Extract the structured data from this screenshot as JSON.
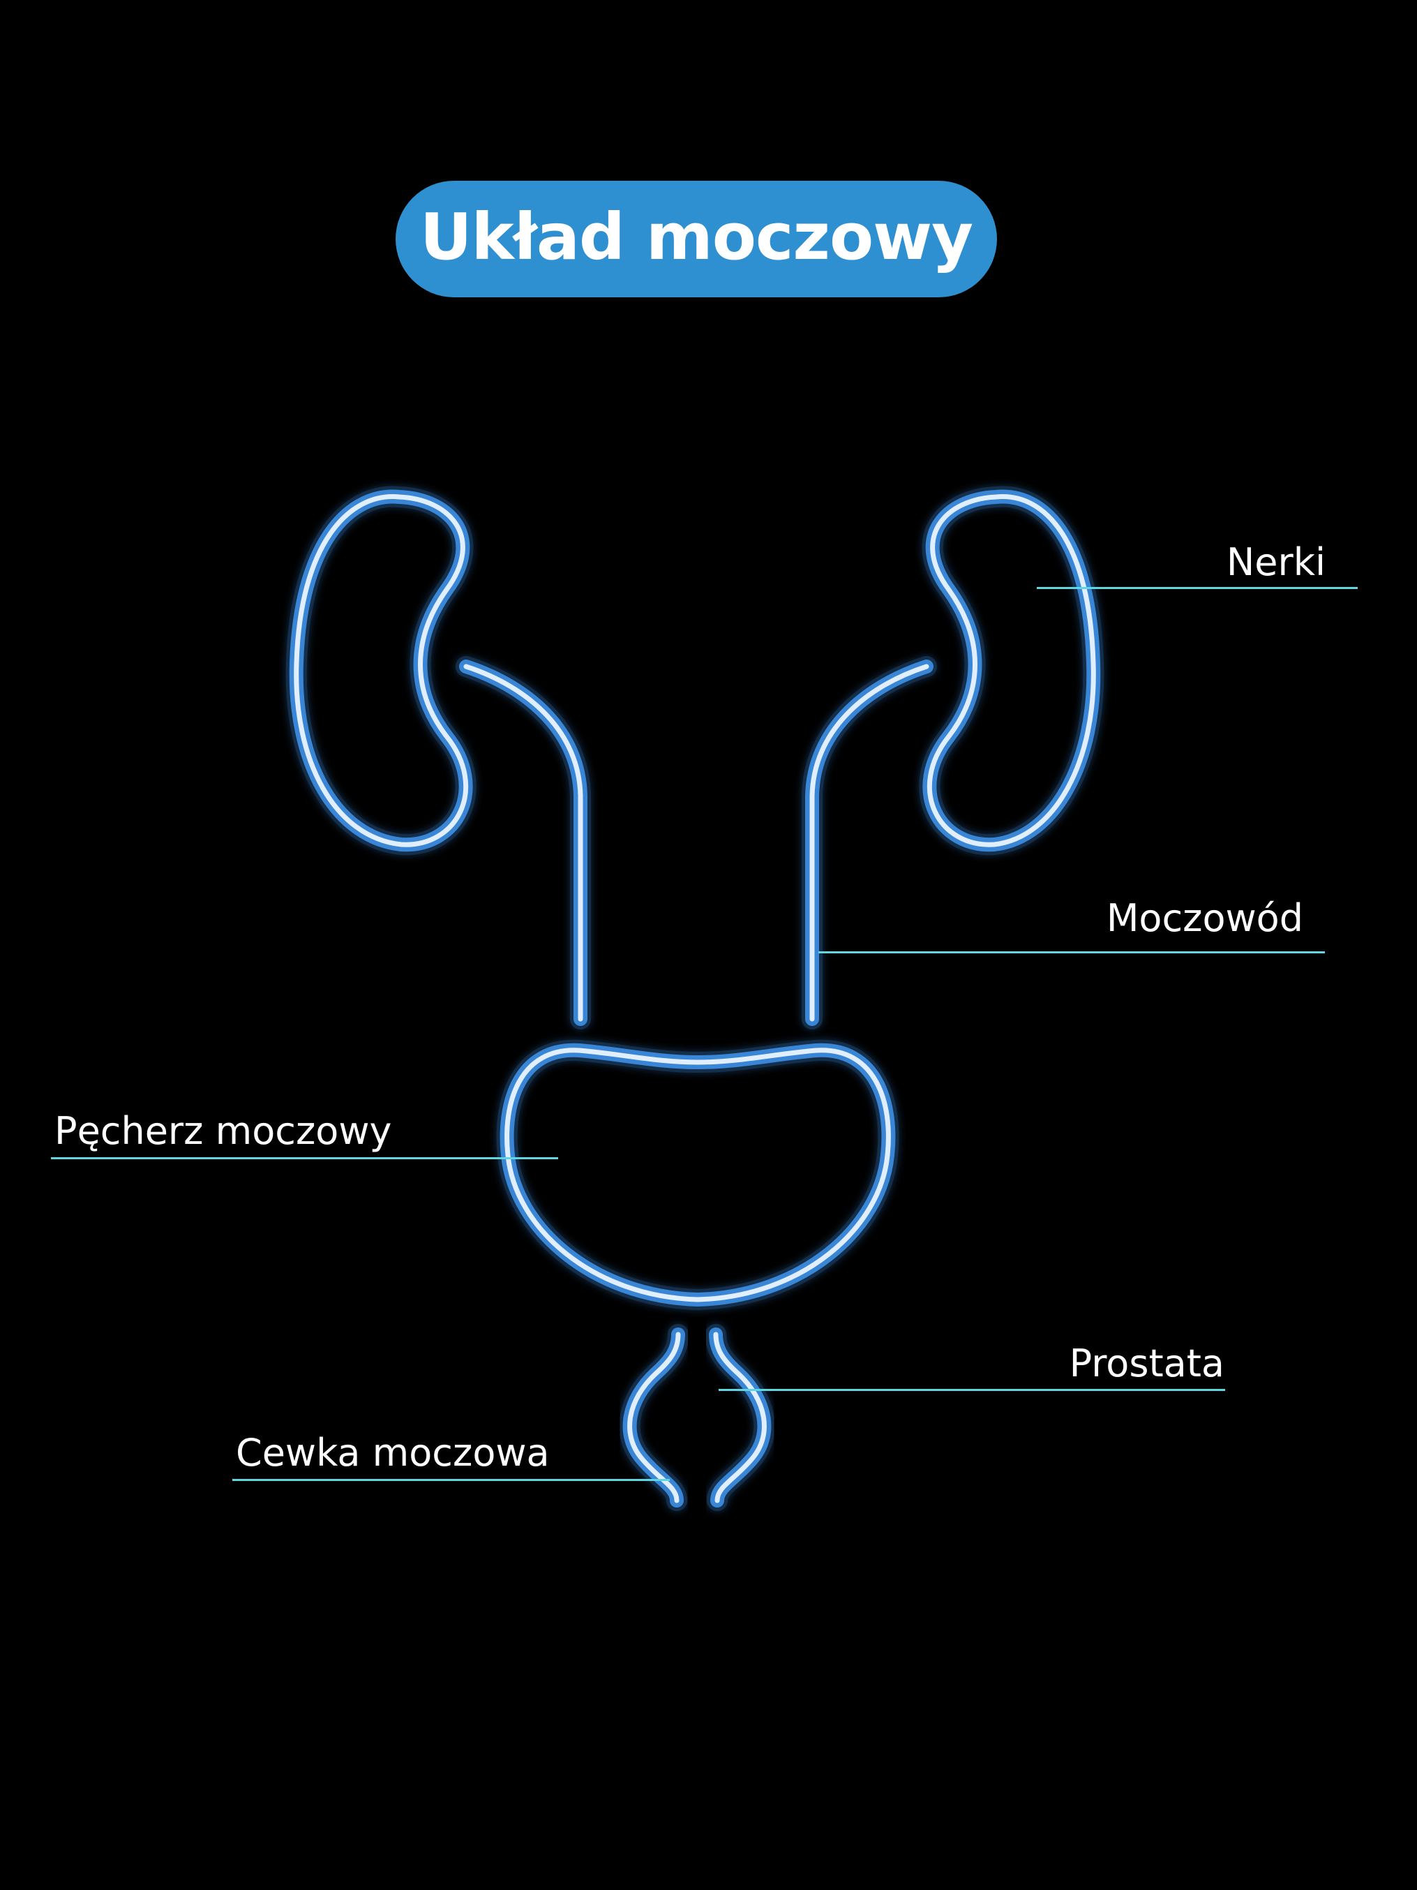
{
  "title": "Układ moczowy",
  "labels": {
    "kidneys": "Nerki",
    "ureter": "Moczowód",
    "bladder": "Pęcherz moczowy",
    "prostate": "Prostata",
    "urethra": "Cewka moczowa"
  },
  "colors": {
    "background": "#000000",
    "title_pill": "#2e8fd1",
    "organ_outline": "#3a86d6",
    "organ_glow_core": "#e9f3ff",
    "leader_line": "#5fd6e0",
    "label_text": "#ffffff"
  }
}
